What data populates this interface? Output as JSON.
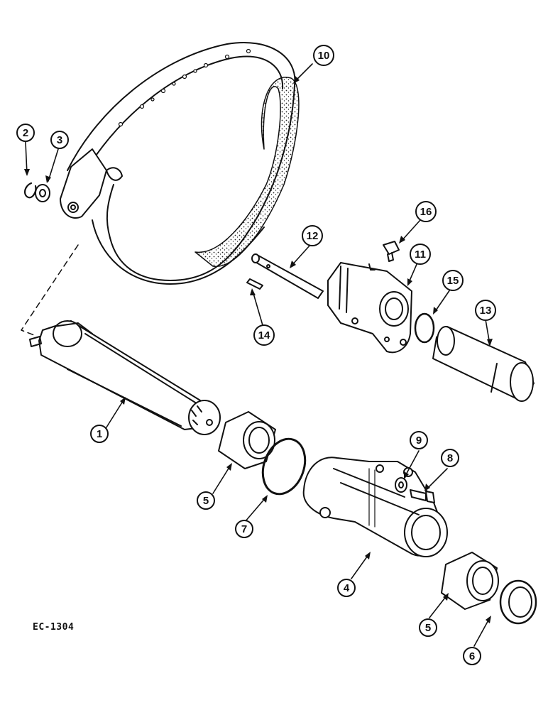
{
  "caption": "EC-1304",
  "callouts": [
    {
      "id": "callout-1",
      "label": "1"
    },
    {
      "id": "callout-2",
      "label": "2"
    },
    {
      "id": "callout-3",
      "label": "3"
    },
    {
      "id": "callout-4",
      "label": "4"
    },
    {
      "id": "callout-5a",
      "label": "5"
    },
    {
      "id": "callout-5b",
      "label": "5"
    },
    {
      "id": "callout-6",
      "label": "6"
    },
    {
      "id": "callout-7",
      "label": "7"
    },
    {
      "id": "callout-8",
      "label": "8"
    },
    {
      "id": "callout-9",
      "label": "9"
    },
    {
      "id": "callout-10",
      "label": "10"
    },
    {
      "id": "callout-11",
      "label": "11"
    },
    {
      "id": "callout-12",
      "label": "12"
    },
    {
      "id": "callout-13",
      "label": "13"
    },
    {
      "id": "callout-14",
      "label": "14"
    },
    {
      "id": "callout-15",
      "label": "15"
    },
    {
      "id": "callout-16",
      "label": "16"
    }
  ]
}
